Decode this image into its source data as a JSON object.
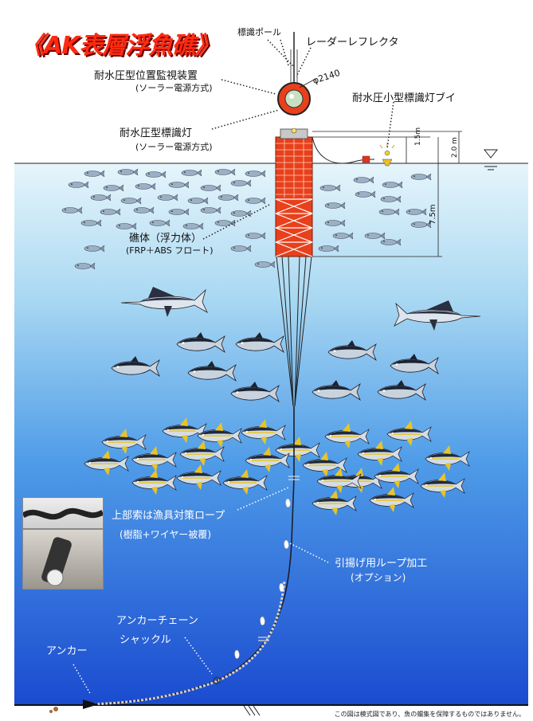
{
  "title": "《AK表層浮魚礁》",
  "labels": {
    "pole": "標識ポール",
    "radar": "レーダーレフレクタ",
    "monitor": "耐水圧型位置監視装置",
    "monitor_sub": "(ソーラー電源方式)",
    "small_buoy": "耐水圧小型標識灯ブイ",
    "light": "耐水圧型標識灯",
    "light_sub": "(ソーラー電源方式)",
    "body": "礁体（浮力体）",
    "body_sub": "(FRP＋ABS フロート)",
    "rope": "上部索は漁具対策ロープ",
    "rope_sub": "(樹脂+ワイヤー被覆)",
    "loop": "引揚げ用ループ加工",
    "loop_sub": "(オプション)",
    "chain": "アンカーチェーン",
    "shackle": "シャックル",
    "anchor": "アンカー"
  },
  "dimensions": {
    "diameter": "φ2140",
    "d1": "1.5m",
    "d2": "2.0 m",
    "d3": "7.5m"
  },
  "footnote": "この図は模式図であり、魚の蝟集を保障するものではありません。",
  "colors": {
    "title": "#ff2a10",
    "reef": "#e8401c",
    "water_top": "#e4f4fb",
    "water_bottom": "#1c4fd0"
  }
}
